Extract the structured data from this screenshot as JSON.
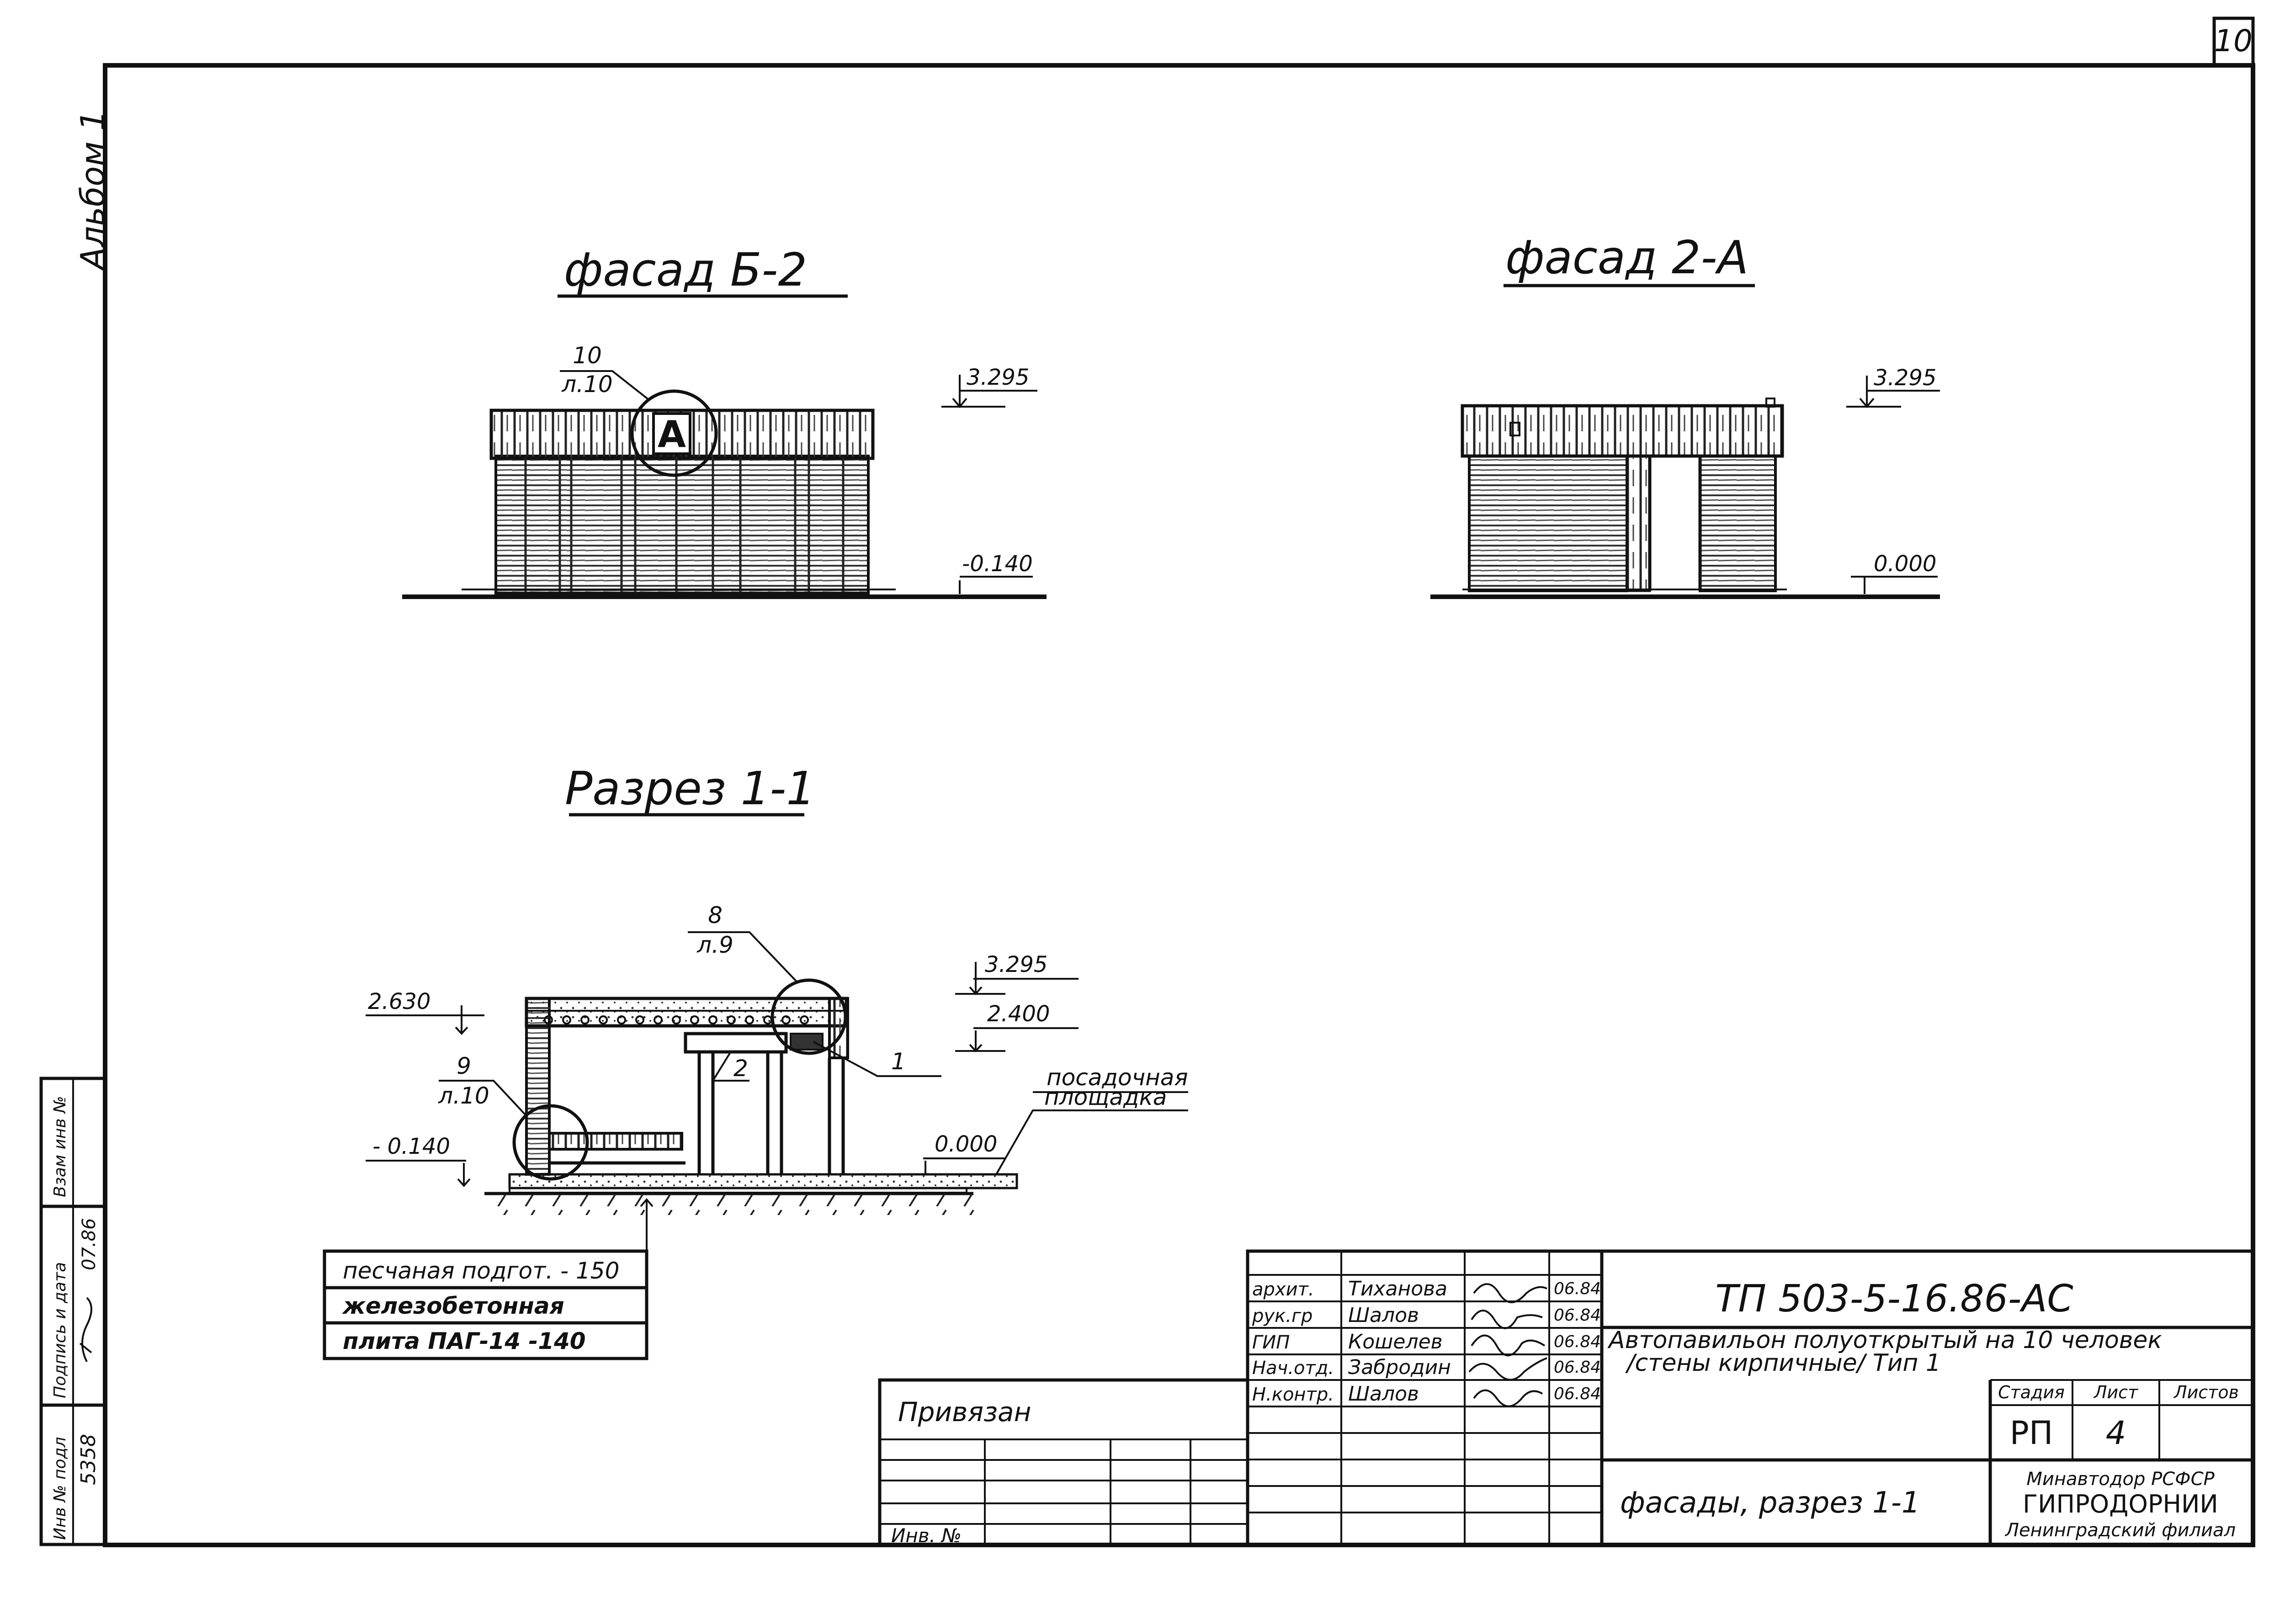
{
  "sheet": {
    "sheet_number": "10",
    "album": "Альбом 1"
  },
  "views": {
    "facade_b2": {
      "title": "фасад Б-2",
      "callout_num": "10",
      "callout_sheet": "л.10",
      "callout_mark": "А",
      "elev_top": "3.295",
      "elev_bottom": "-0.140"
    },
    "facade_2a": {
      "title": "фасад 2-А",
      "elev_top": "3.295",
      "elev_bottom": "0.000"
    },
    "section_11": {
      "title": "Разрез 1-1",
      "callout8_num": "8",
      "callout8_sheet": "л.9",
      "callout9_num": "9",
      "callout9_sheet": "л.10",
      "elev_2630": "2.630",
      "elev_3295": "3.295",
      "elev_2400": "2.400",
      "elev_m0140": "- 0.140",
      "elev_0000": "0.000",
      "item_1": "1",
      "item_2": "2",
      "platform_label_1": "посадочная",
      "platform_label_2": "площадка",
      "layers": [
        "песчаная подгот. - 150",
        "железобетонная",
        "плита ПАГ-14   -140"
      ]
    }
  },
  "left_stamp": {
    "inv_podl_label": "Инв № подл",
    "inv_podl_value": "5358",
    "signature_label": "Подпись и дата",
    "signature_date": "07.86",
    "vzam_label": "Взам инв №"
  },
  "title_block": {
    "privyazan": "Привязан",
    "inv_no": "Инв. №",
    "people": [
      {
        "role": "архит.",
        "name": "Тиханова",
        "date": "06.84"
      },
      {
        "role": "рук.гр",
        "name": "Шалов",
        "date": "06.84"
      },
      {
        "role": "ГИП",
        "name": "Кошелев",
        "date": "06.84"
      },
      {
        "role": "Нач.отд.",
        "name": "Забродин",
        "date": "06.84"
      },
      {
        "role": "Н.контр.",
        "name": "Шалов",
        "date": "06.84"
      }
    ],
    "doc_code": "ТП 503-5-16.86-АС",
    "project_line1": "Автопавильон полуоткрытый на 10 человек",
    "project_line2": "/стены кирпичные/  Тип 1",
    "stage_label": "Стадия",
    "sheet_label": "Лист",
    "sheets_label": "Листов",
    "stage_value": "РП",
    "sheet_value": "4",
    "sheets_value": "",
    "drawing_name": "фасады, разрез 1-1",
    "org_line1": "Минавтодор РСФСР",
    "org_line2": "ГИПРОДОРНИИ",
    "org_line3": "Ленинградский филиал"
  }
}
